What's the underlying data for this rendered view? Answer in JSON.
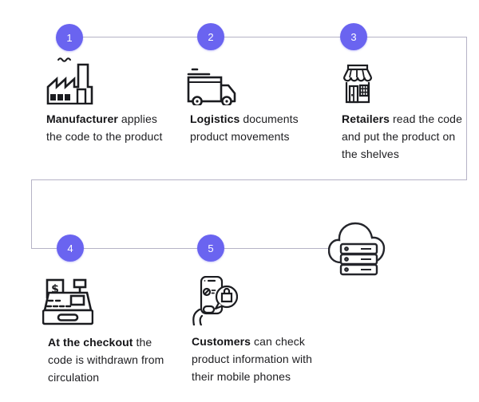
{
  "palette": {
    "accent": "#6a64f0",
    "connector_line": "#b5b3c6",
    "text": "#1d1d20",
    "icon_stroke": "#1b1c20",
    "background": "#ffffff"
  },
  "steps": [
    {
      "number": "1",
      "icon": "factory-icon",
      "bold": "Manufacturer",
      "rest": " applies the code to the product"
    },
    {
      "number": "2",
      "icon": "truck-icon",
      "bold": "Logistics",
      "rest": " documents product movements"
    },
    {
      "number": "3",
      "icon": "storefront-icon",
      "bold": "Retailers",
      "rest": " read the code and put the product on the shelves"
    },
    {
      "number": "4",
      "icon": "cash-register-icon",
      "bold": "At the checkout",
      "rest": " the code is withdrawn from circulation"
    },
    {
      "number": "5",
      "icon": "phone-shopping-icon",
      "bold": "Customers",
      "rest": " can check product information with their mobile phones"
    }
  ],
  "cloud": {
    "icon": "cloud-server-icon"
  },
  "icons": {
    "dollar_glyph": "$"
  }
}
